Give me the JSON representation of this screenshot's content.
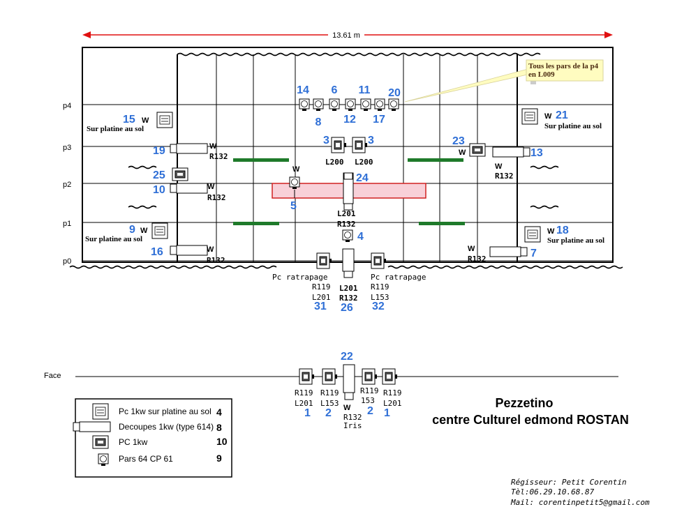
{
  "dimension": {
    "label": "13.61 m"
  },
  "levels": [
    "p4",
    "p3",
    "p2",
    "p1",
    "p0"
  ],
  "face_label": "Face",
  "note": {
    "line1": "Tous les pars de la p4",
    "line2": "en L009"
  },
  "platine": {
    "num15": "15",
    "num21": "21",
    "num9": "9",
    "num18": "18",
    "w": "W",
    "text": "Sur platine au sol"
  },
  "p4": {
    "n14": "14",
    "n6": "6",
    "n11": "11",
    "n20": "20",
    "n8": "8",
    "n12": "12",
    "n17": "17"
  },
  "mid": {
    "n19": "19",
    "n25": "25",
    "n10": "10",
    "n16": "16",
    "n13": "13",
    "n23": "23",
    "n7": "7",
    "n3a": "3",
    "n3b": "3",
    "l200a": "L200",
    "l200b": "L200",
    "n24": "24",
    "n5": "5",
    "n4": "4",
    "w": "W",
    "r132": "R132",
    "l201": "L201"
  },
  "front": {
    "pc": "Pc ratrapage",
    "r119": "R119",
    "l201": "L201",
    "l153": "L153",
    "r132": "R132",
    "n31": "31",
    "n26": "26",
    "n32": "32"
  },
  "face": {
    "n22": "22",
    "n1": "1",
    "n2": "2",
    "r119": "R119",
    "l201": "L201",
    "l153": "L153",
    "i153": "153",
    "w": "W",
    "r132": "R132",
    "iris": "Iris"
  },
  "legend": [
    {
      "label": "Pc 1kw sur platine au sol",
      "count": "4",
      "icon": "platine-icon"
    },
    {
      "label": "Decoupes 1kw (type 614)",
      "count": "8",
      "icon": "decoupe-icon"
    },
    {
      "label": "PC 1kw",
      "count": "10",
      "icon": "pc-icon"
    },
    {
      "label": "Pars 64 CP 61",
      "count": "9",
      "icon": "par-icon"
    }
  ],
  "title": {
    "line1": "Pezzetino",
    "line2": "centre Culturel edmond ROSTAN"
  },
  "regisseur": {
    "line1": "Régisseur: Petit Corentin",
    "line2": "Tèl:06.29.10.68.87",
    "line3": "Mail: corentinpetit5@gmail.com"
  },
  "colors": {
    "dimension": "#e01010",
    "number": "#2f6fd6",
    "green": "#1f7a2a",
    "redbar": "#f8d0d8",
    "redbar_stroke": "#d02020",
    "note_bg": "#fffcc0"
  }
}
